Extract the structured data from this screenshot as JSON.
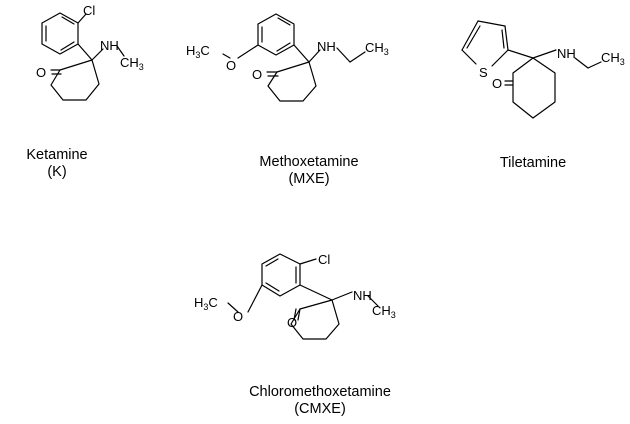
{
  "molecules": [
    {
      "name": "Ketamine",
      "abbr": "(K)",
      "labels": {
        "cl": "Cl",
        "nh": "NH",
        "n_sub_main": "CH",
        "n_sub_idx": "3",
        "o": "O"
      }
    },
    {
      "name": "Methoxetamine",
      "abbr": "(MXE)",
      "labels": {
        "ome_left": "H",
        "ome_idx": "3",
        "ome_c": "C",
        "ome_o": "O",
        "nh": "NH",
        "n_sub_main": "CH",
        "n_sub_idx": "3",
        "o": "O"
      }
    },
    {
      "name": "Tiletamine",
      "abbr": "",
      "labels": {
        "s": "S",
        "nh": "NH",
        "n_sub_main": "CH",
        "n_sub_idx": "3",
        "o": "O"
      }
    },
    {
      "name": "Chloromethoxetamine",
      "abbr": "(CMXE)",
      "labels": {
        "cl": "Cl",
        "ome_left": "H",
        "ome_idx": "3",
        "ome_c": "C",
        "ome_o": "O",
        "nh": "NH",
        "n_sub_main": "CH",
        "n_sub_idx": "3",
        "o": "O"
      }
    }
  ]
}
